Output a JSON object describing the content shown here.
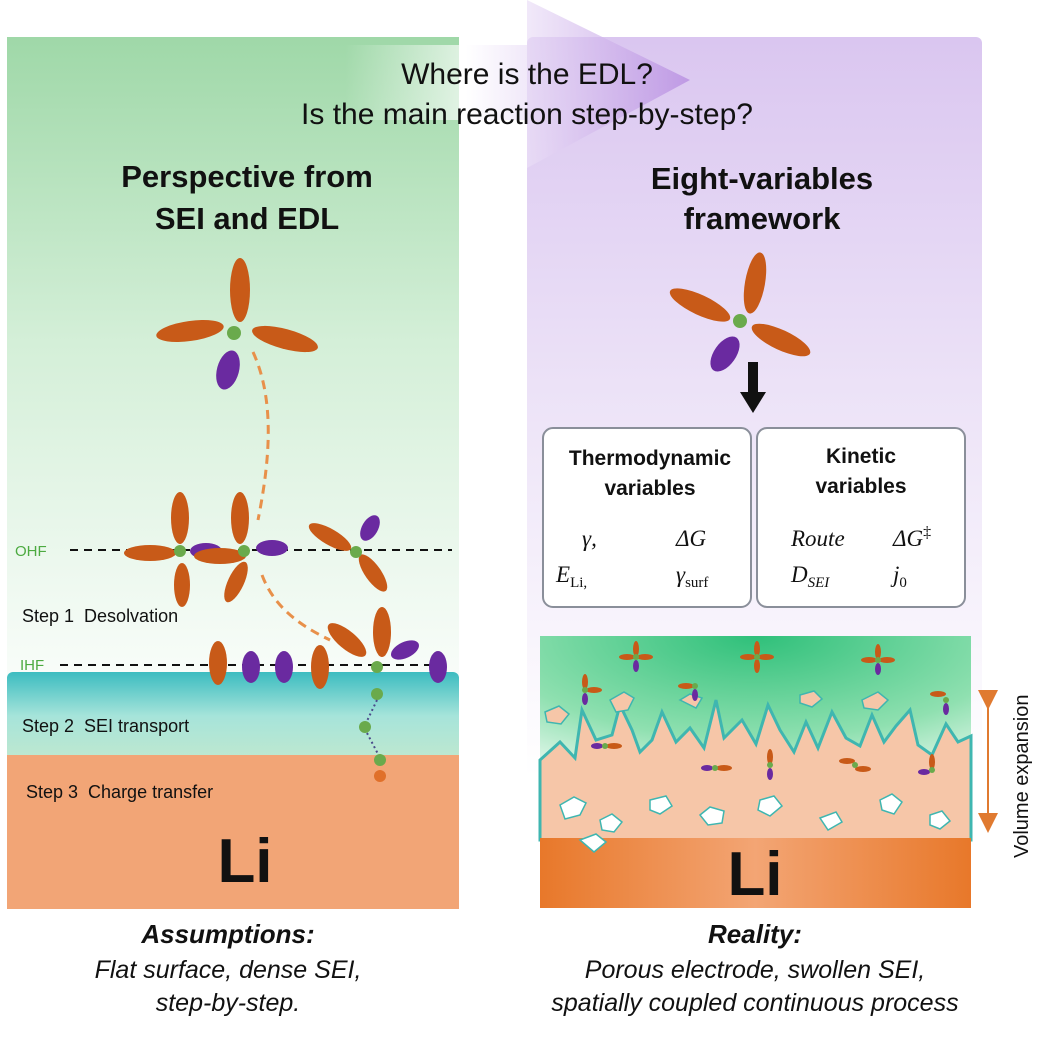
{
  "header": {
    "line1": "Where is the EDL?",
    "line2": "Is the main reaction step-by-step?"
  },
  "left": {
    "title_line1": "Perspective from",
    "title_line2": "SEI and EDL",
    "ohf_label": "OHF",
    "ihf_label": "IHF",
    "step1": "Step 1  Desolvation",
    "step2": "Step 2  SEI transport",
    "step3": "Step 3  Charge transfer",
    "electrode": "Li",
    "caption_title": "Assumptions:",
    "caption_line1": "Flat surface, dense SEI,",
    "caption_line2": "step-by-step."
  },
  "right": {
    "title_line1": "Eight-variables",
    "title_line2": "framework",
    "thermo": {
      "title_line1": "Thermodynamic",
      "title_line2": "variables",
      "gamma": "γ,",
      "delta_g": "ΔG",
      "e_li": "E",
      "e_li_sub": "Li,",
      "gamma_surf": "γ",
      "gamma_surf_sub": "surf"
    },
    "kinetic": {
      "title_line1": "Kinetic",
      "title_line2": "variables",
      "route": "Route",
      "delta_g_dagger": "ΔG",
      "dagger": "‡",
      "d_sei": "D",
      "d_sei_sub": "SEI",
      "j0": "j",
      "j0_sub": "0"
    },
    "electrode": "Li",
    "side_label": "Volume expansion",
    "caption_title": "Reality:",
    "caption_line1": "Porous electrode, swollen SEI,",
    "caption_line2": "spatially coupled continuous process"
  },
  "colors": {
    "orange_petal": "#c85a18",
    "purple_petal": "#6a2aa0",
    "center_green": "#6aaa4c",
    "li_orange": "#f0a070",
    "sei_teal": "#4ac0b8",
    "panel_green": "#a8dcb0",
    "panel_purple": "#dcc8f0",
    "arrow_orange": "#e07a30"
  }
}
